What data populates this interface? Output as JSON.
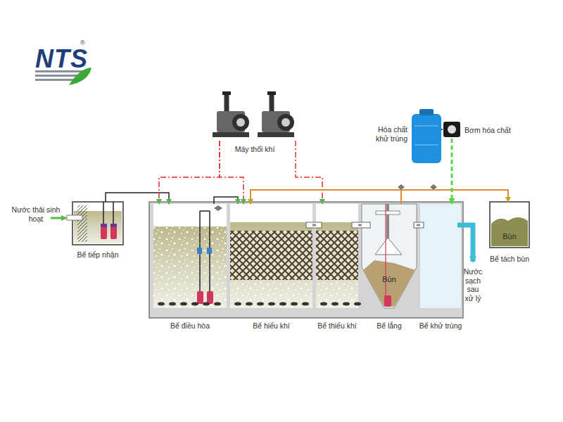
{
  "diagram": {
    "nodes": [
      {
        "text": [
          "Bể tiếp nhận"
        ]
      },
      {
        "text": [
          "Bể điều hòa"
        ]
      },
      {
        "text": [
          "Bể hiếu khí"
        ]
      },
      {
        "text": [
          "Bể thiếu khí"
        ]
      },
      {
        "text": [
          "Bùn",
          "Bể lắng"
        ]
      },
      {
        "text": [
          "Bể khử trùng"
        ]
      },
      {
        "text": [
          "Bùn",
          "Bể tách bùn"
        ]
      },
      {
        "text": [
          "Máy thổi khí"
        ]
      },
      {
        "text": [
          "Hóa chất khử trùng"
        ]
      },
      {
        "text": [
          "Bơm hóa chất"
        ]
      }
    ],
    "edges": [
      {
        "from": 0,
        "to": 1,
        "arrow": "to"
      },
      {
        "from": 1,
        "to": 2,
        "arrow": "to"
      },
      {
        "from": 2,
        "to": 3,
        "arrow": "none"
      },
      {
        "from": 3,
        "to": 4,
        "arrow": "none"
      },
      {
        "from": 4,
        "to": 5,
        "arrow": "none"
      },
      {
        "from": 7,
        "to": 1,
        "arrow": "to"
      },
      {
        "from": 7,
        "to": 2,
        "arrow": "to"
      },
      {
        "from": 7,
        "to": 3,
        "arrow": "to"
      },
      {
        "from": 4,
        "to": 2,
        "arrow": "to"
      },
      {
        "from": 4,
        "to": 6,
        "arrow": "to"
      },
      {
        "from": 8,
        "to": 9,
        "arrow": "none"
      },
      {
        "from": 9,
        "to": 5,
        "arrow": "to"
      }
    ],
    "labels": [
      "NTS",
      "®",
      "Nước thải sinh hoạt",
      "Nước sạch sau xử lý"
    ]
  }
}
